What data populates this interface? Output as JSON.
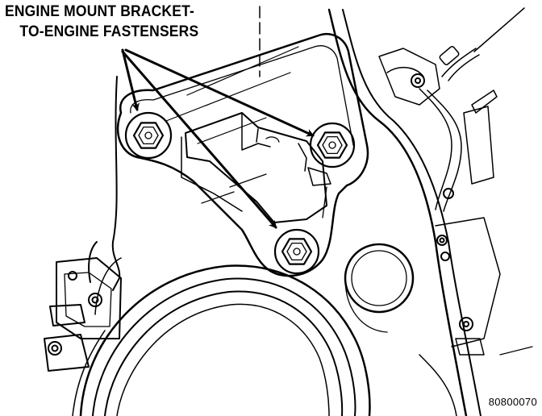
{
  "callout": {
    "line1": "ENGINE MOUNT BRACKET-",
    "line2": "TO-ENGINE FASTENSERS"
  },
  "figure_id": "80800070",
  "icons": {
    "fastener": "hex-bolt-icon",
    "pointer": "arrow-icon"
  },
  "colors": {
    "ink": "#000000",
    "paper": "#ffffff"
  }
}
